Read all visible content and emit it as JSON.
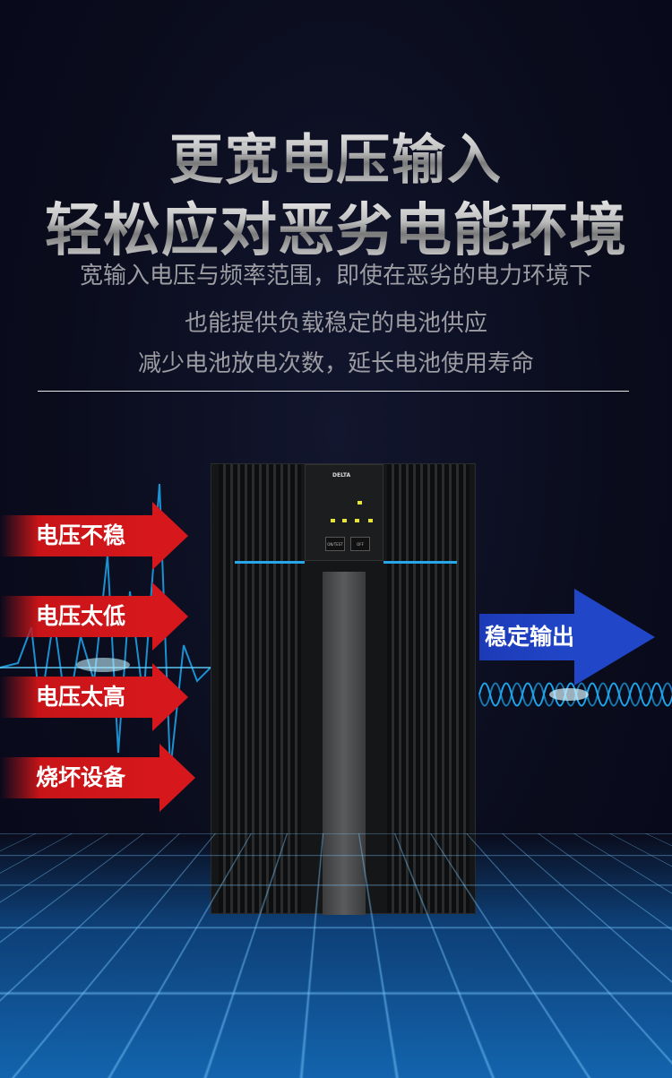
{
  "headline": {
    "line1": "更宽电压输入",
    "line2": "轻松应对恶劣电能环境"
  },
  "description": [
    "宽输入电压与频率范围，即使在恶劣的电力环境下",
    "也能提供负载稳定的电池供应",
    "减少电池放电次数，延长电池使用寿命"
  ],
  "problems": [
    "电压不稳",
    "电压太低",
    "电压太高",
    "烧坏设备"
  ],
  "output_label": "稳定输出",
  "ups": {
    "brand": "DELTA",
    "buttons": [
      "ON/TEST",
      "OFF"
    ]
  },
  "colors": {
    "background": "#0a0c1c",
    "problem_arrow": "#d6181c",
    "output_arrow": "#2147c8",
    "wave": "#1ea8f0",
    "accent_strip": "#28a7e8"
  }
}
